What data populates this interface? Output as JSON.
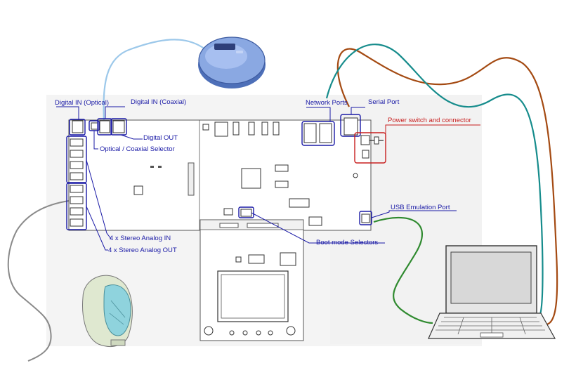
{
  "labels": {
    "digital_in_optical": "Digital IN (Optical)",
    "digital_in_coaxial": "Digital IN (Coaxial)",
    "digital_out": "Digital OUT",
    "optical_coaxial_selector": "Optical / Coaxial Selector",
    "network_ports": "Network Ports",
    "serial_port": "Serial Port",
    "power_switch": "Power switch and connector",
    "usb_emulation_port": "USB Emulation Port",
    "boot_mode_selectors": "Boot mode Selectors",
    "stereo_analog_in": "4 x Stereo Analog  IN",
    "stereo_analog_out": "4 x Stereo Analog OUT"
  },
  "colors": {
    "label_blue": "#1a1aa6",
    "label_red": "#c81e1e",
    "cable_light_blue": "#9cc8ea",
    "cable_brown": "#a44a12",
    "cable_teal": "#168c8c",
    "cable_green": "#2f8a2f",
    "cable_gray": "#8a8a8a",
    "cd_player": "#7e9fdc"
  },
  "devices": [
    "cd-player",
    "speaker",
    "laptop",
    "main-board",
    "display-board"
  ]
}
